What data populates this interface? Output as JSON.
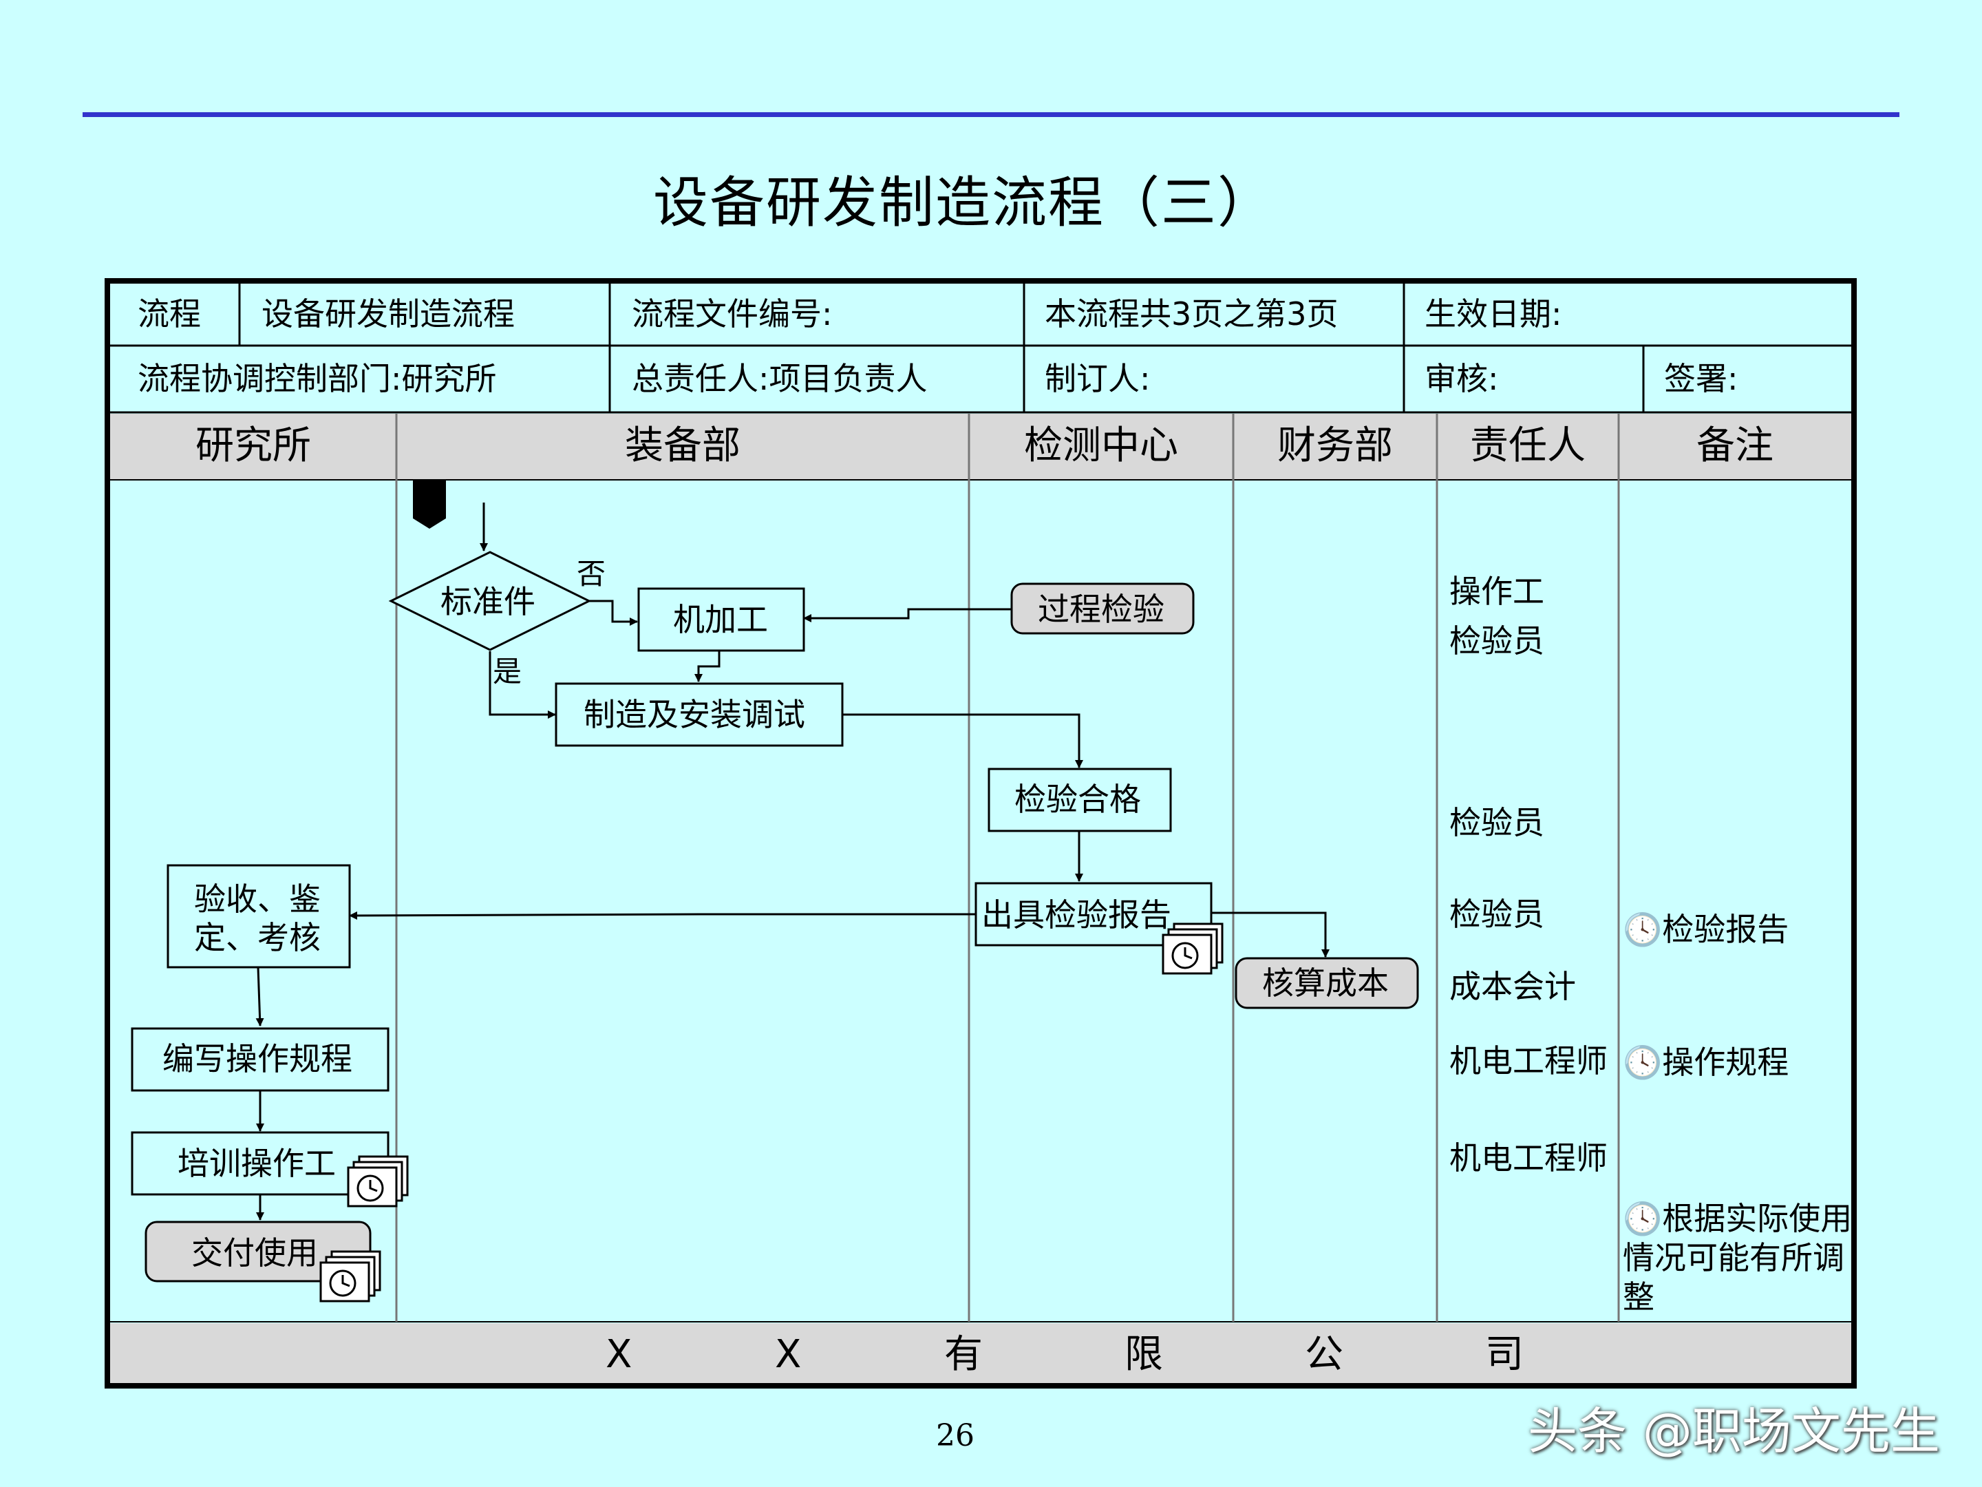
{
  "title": "设备研发制造流程（三）",
  "header": {
    "flow_label": "流程",
    "flow_name": "设备研发制造流程",
    "file_no": "流程文件编号:",
    "pages": "本流程共3页之第3页",
    "effective_date": "生效日期:",
    "dept": "流程协调控制部门:研究所",
    "owner": "总责任人:项目负责人",
    "author": "制订人:",
    "review": "审核:",
    "sign": "签署:"
  },
  "lanes": [
    "研究所",
    "装备部",
    "检测中心",
    "财务部",
    "责任人",
    "备注"
  ],
  "nodes": {
    "standard": "标准件",
    "no_label": "否",
    "yes_label": "是",
    "machining": "机加工",
    "process_inspect": "过程检验",
    "manufacture": "制造及安装调试",
    "inspect_ok": "检验合格",
    "issue_report": "出具检验报告",
    "cost_calc": "核算成本",
    "acceptance": "验收、鉴定、考核",
    "acceptance_line1": "验收、鉴",
    "acceptance_line2": "定、考核",
    "write_rules": "编写操作规程",
    "train": "培训操作工",
    "deliver": "交付使用"
  },
  "responsible": [
    "操作工",
    "检验员",
    "检验员",
    "检验员",
    "成本会计",
    "机电工程师",
    "机电工程师"
  ],
  "remarks": [
    "检验报告",
    "操作规程",
    "根据实际使用情况可能有所调整"
  ],
  "footer": [
    "X",
    "X",
    "有",
    "限",
    "公",
    "司"
  ],
  "page_number": "26",
  "watermark": "头条 @职场文先生",
  "colors": {
    "background": "#ccffff",
    "rule": "#3333cc",
    "header_gray": "#d9d9d9",
    "terminal_gray": "#d9d9d9"
  }
}
